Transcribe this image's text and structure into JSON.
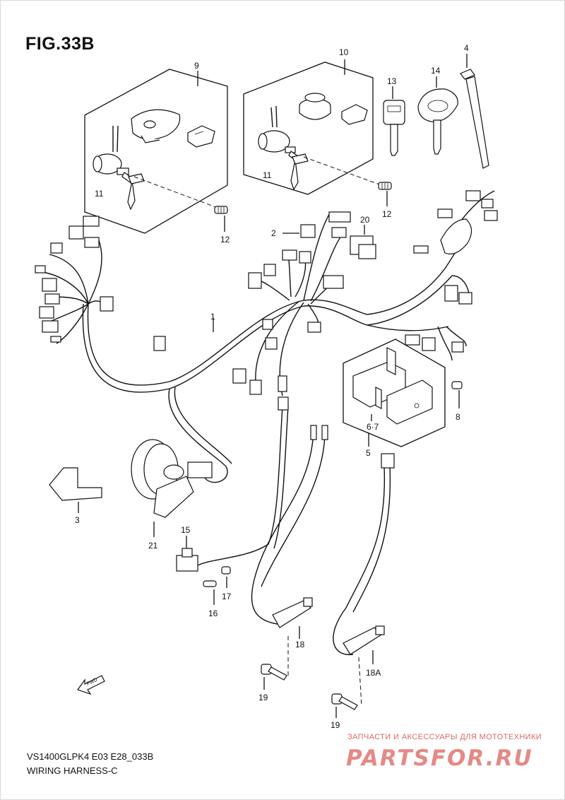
{
  "figure": {
    "title": "FIG.33B",
    "model_code": "VS1400GLPK4 E03 E28_033B",
    "caption": "WIRING HARNESS-C"
  },
  "callouts": [
    {
      "id": "c1",
      "label": "1"
    },
    {
      "id": "c2",
      "label": "2"
    },
    {
      "id": "c3",
      "label": "3"
    },
    {
      "id": "c4",
      "label": "4"
    },
    {
      "id": "c5",
      "label": "5"
    },
    {
      "id": "c67",
      "label": "6·7"
    },
    {
      "id": "c8",
      "label": "8"
    },
    {
      "id": "c9",
      "label": "9"
    },
    {
      "id": "c10",
      "label": "10"
    },
    {
      "id": "c11a",
      "label": "11"
    },
    {
      "id": "c11b",
      "label": "11"
    },
    {
      "id": "c12a",
      "label": "12"
    },
    {
      "id": "c12b",
      "label": "12"
    },
    {
      "id": "c13",
      "label": "13"
    },
    {
      "id": "c14",
      "label": "14"
    },
    {
      "id": "c15",
      "label": "15"
    },
    {
      "id": "c16",
      "label": "16"
    },
    {
      "id": "c17",
      "label": "17"
    },
    {
      "id": "c18",
      "label": "18"
    },
    {
      "id": "c18A",
      "label": "18A"
    },
    {
      "id": "c19a",
      "label": "19"
    },
    {
      "id": "c19b",
      "label": "19"
    },
    {
      "id": "c20",
      "label": "20"
    },
    {
      "id": "c21",
      "label": "21"
    }
  ],
  "fwd_label": "FWD",
  "watermark": {
    "text": "ЗАПЧАСТИ И АКСЕССУАРЫ ДЛЯ МОТОТЕХНИКИ",
    "logo": "PARTSFOR.RU",
    "color": "#d76a66"
  }
}
